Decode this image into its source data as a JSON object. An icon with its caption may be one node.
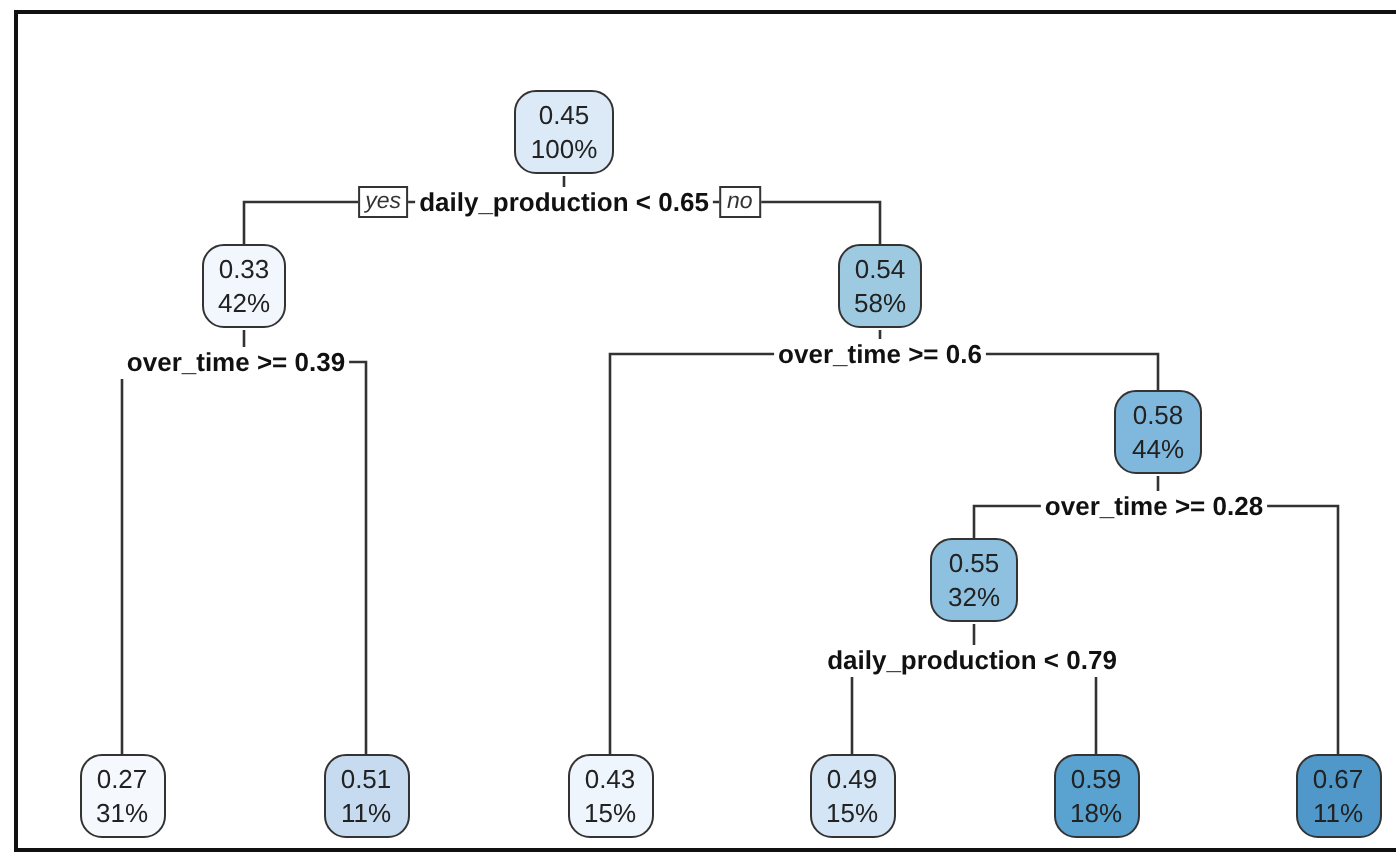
{
  "diagram": {
    "nodes": [
      {
        "text": [
          "0.45",
          "100%"
        ]
      },
      {
        "text": [
          "daily_production < 0.65"
        ]
      },
      {
        "text": [
          "0.33",
          "42%"
        ]
      },
      {
        "text": [
          "0.54",
          "58%"
        ]
      },
      {
        "text": [
          "over_time >= 0.39"
        ]
      },
      {
        "text": [
          "over_time >= 0.6"
        ]
      },
      {
        "text": [
          "0.58",
          "44%"
        ]
      },
      {
        "text": [
          "over_time >= 0.28"
        ]
      },
      {
        "text": [
          "0.55",
          "32%"
        ]
      },
      {
        "text": [
          "daily_production < 0.79"
        ]
      },
      {
        "text": [
          "0.27",
          "31%"
        ]
      },
      {
        "text": [
          "0.51",
          "11%"
        ]
      },
      {
        "text": [
          "0.43",
          "15%"
        ]
      },
      {
        "text": [
          "0.49",
          "15%"
        ]
      },
      {
        "text": [
          "0.59",
          "18%"
        ]
      },
      {
        "text": [
          "0.67",
          "11%"
        ]
      }
    ],
    "edges": [
      {
        "from": 0,
        "to": 1,
        "arrow": "none"
      },
      {
        "from": 1,
        "to": 2,
        "arrow": "none",
        "label": "yes"
      },
      {
        "from": 1,
        "to": 3,
        "arrow": "none",
        "label": "no"
      },
      {
        "from": 2,
        "to": 4,
        "arrow": "none"
      },
      {
        "from": 3,
        "to": 5,
        "arrow": "none"
      },
      {
        "from": 4,
        "to": 10,
        "arrow": "none"
      },
      {
        "from": 4,
        "to": 11,
        "arrow": "none"
      },
      {
        "from": 5,
        "to": 12,
        "arrow": "none"
      },
      {
        "from": 5,
        "to": 6,
        "arrow": "none"
      },
      {
        "from": 6,
        "to": 7,
        "arrow": "none"
      },
      {
        "from": 7,
        "to": 8,
        "arrow": "none"
      },
      {
        "from": 7,
        "to": 15,
        "arrow": "none"
      },
      {
        "from": 8,
        "to": 9,
        "arrow": "none"
      },
      {
        "from": 9,
        "to": 13,
        "arrow": "none"
      },
      {
        "from": 9,
        "to": 14,
        "arrow": "none"
      }
    ]
  }
}
